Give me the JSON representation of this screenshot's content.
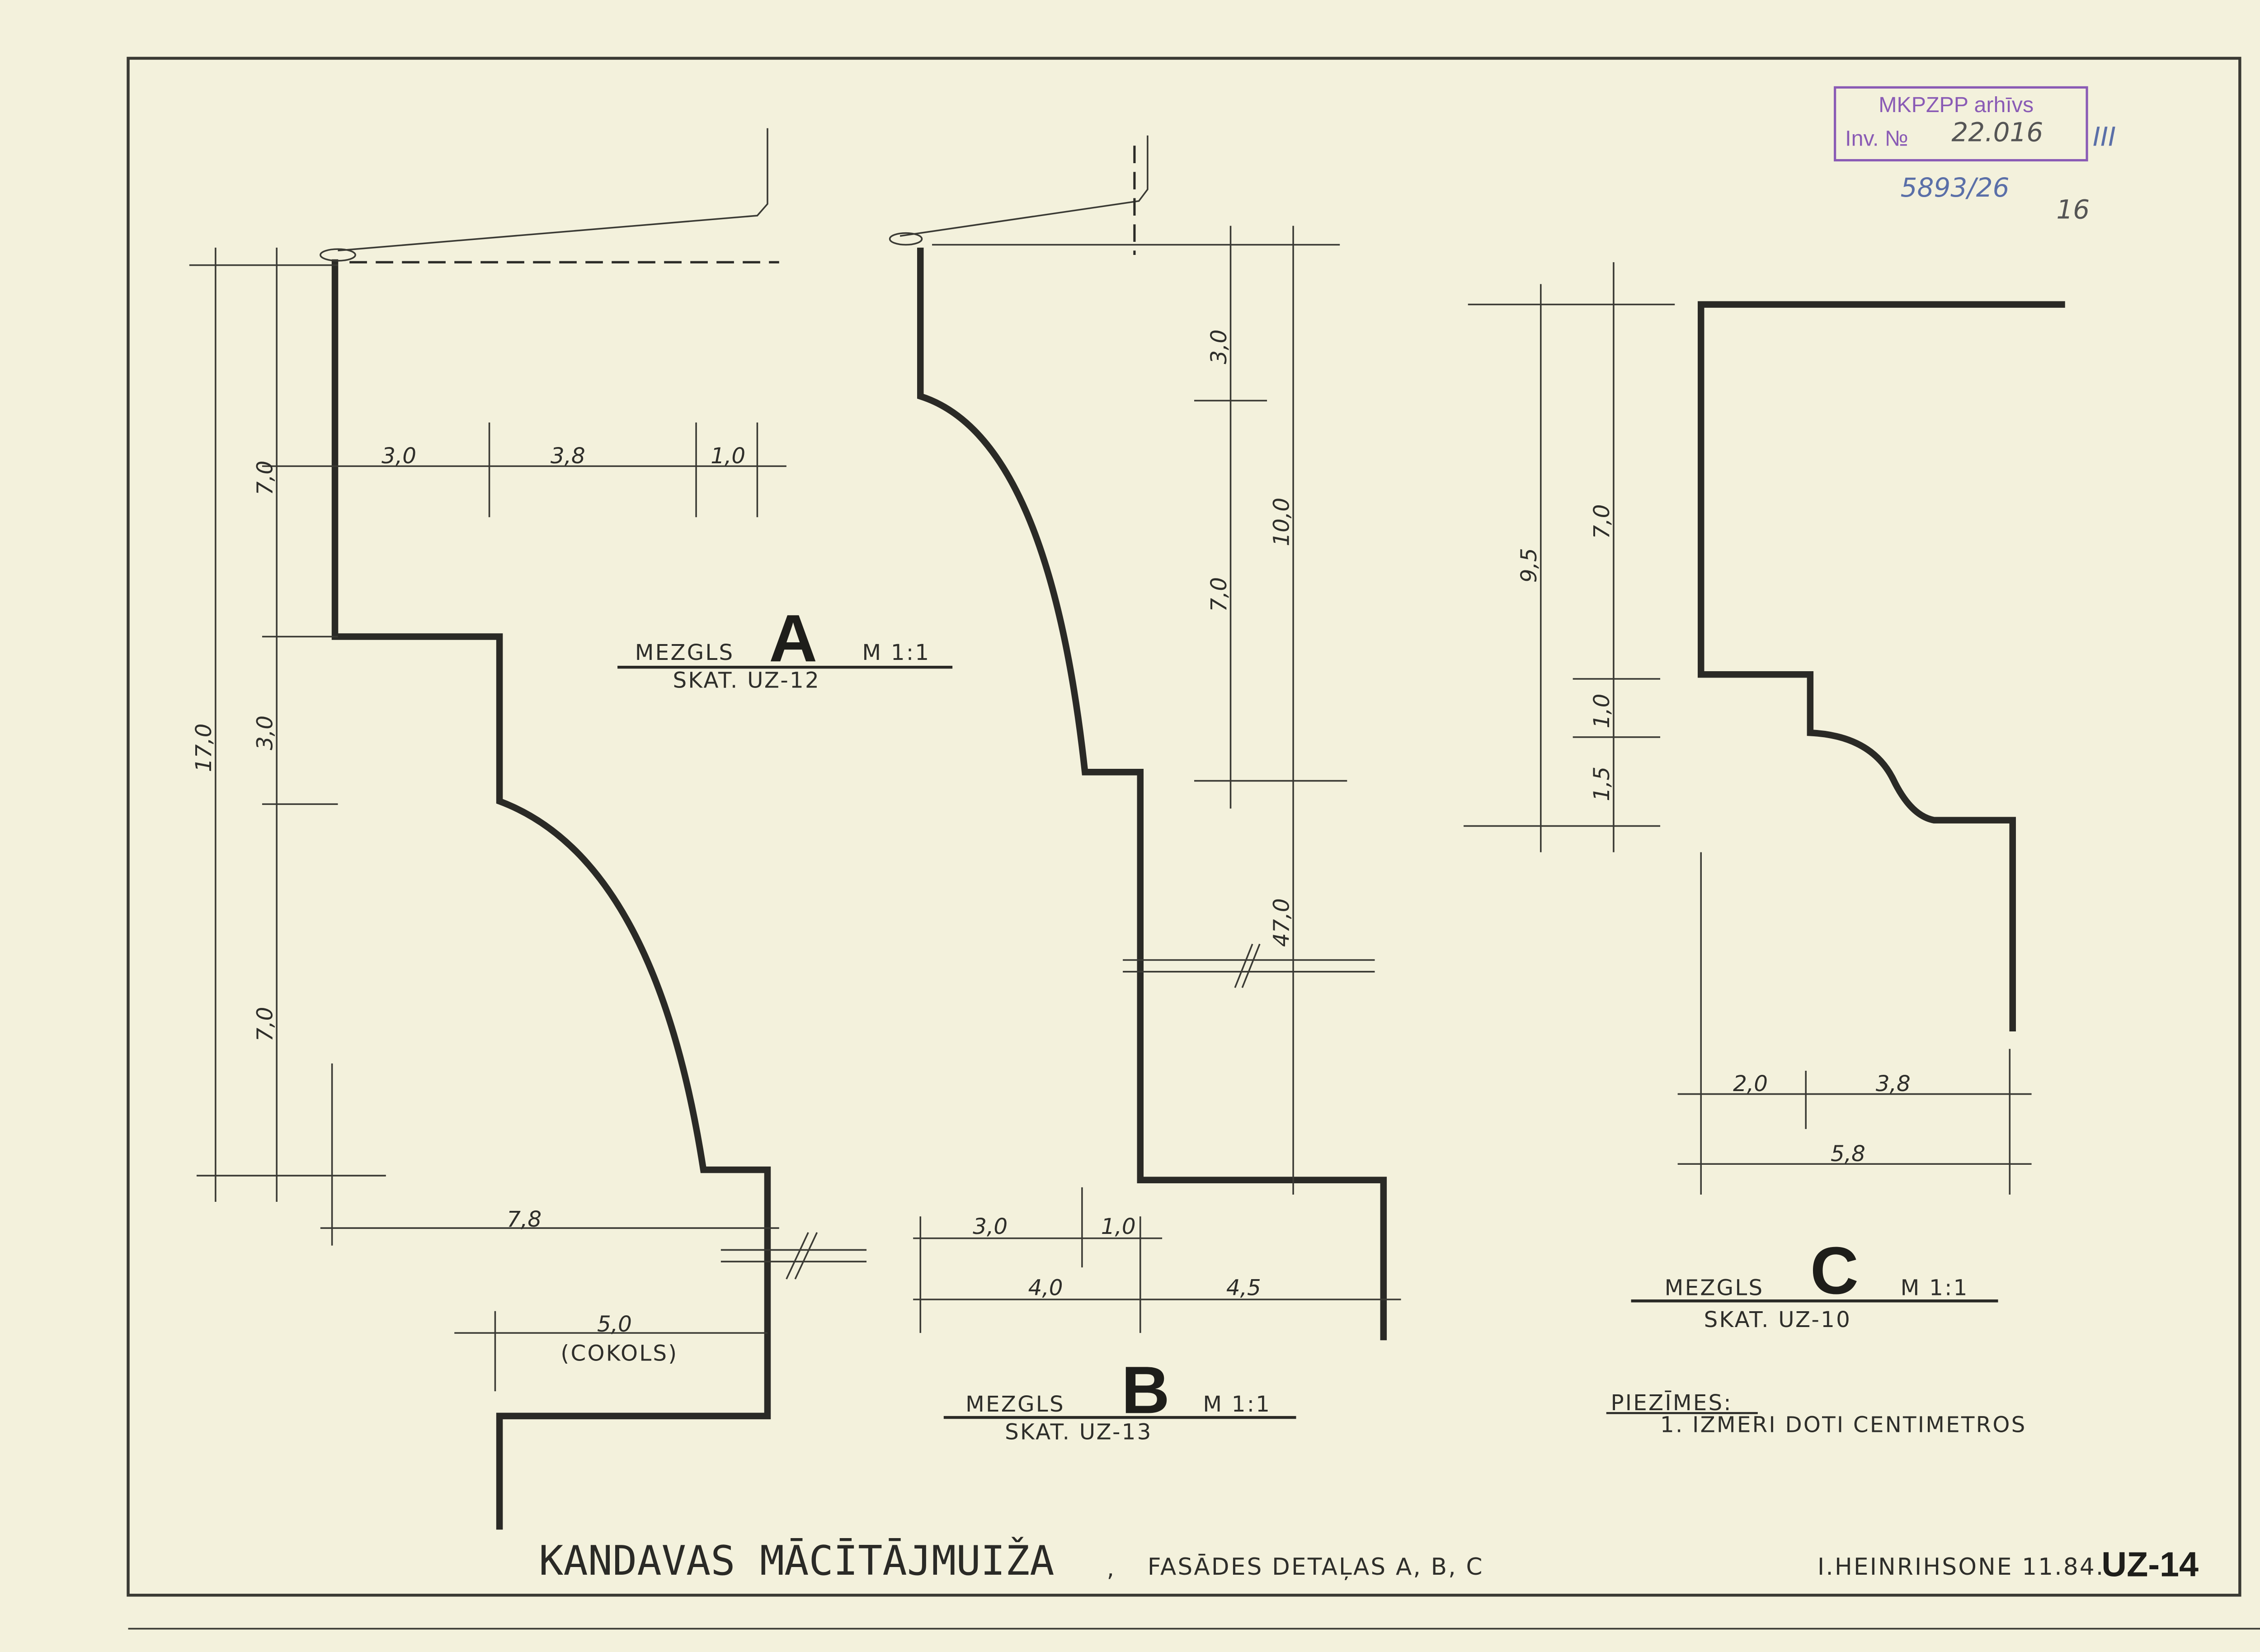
{
  "stamp": {
    "line1": "MKPZPP arhīvs",
    "inv_label": "Inv. №",
    "inv_number": "22.016",
    "side_mark": "III"
  },
  "archive_ref": "5893/26",
  "sheet_mark": "16",
  "detail_a": {
    "prefix": "MEZGLS",
    "letter": "A",
    "scale": "M 1:1",
    "ref": "SKAT. UZ-12",
    "dims": {
      "w1": "3,0",
      "w2": "3,8",
      "w3": "1,0",
      "h_top": "7,0",
      "h_mid": "3,0",
      "h_bot": "7,0",
      "h_total": "17,0",
      "base": "7,8",
      "plinth": "5,0",
      "plinth_note": "(COKOLS)"
    }
  },
  "detail_b": {
    "prefix": "MEZGLS",
    "letter": "B",
    "scale": "M 1:1",
    "ref": "SKAT. UZ-13",
    "dims": {
      "h1": "3,0",
      "h2": "7,0",
      "h3": "10,0",
      "h4": "47,0",
      "w1": "3,0",
      "w2": "1,0",
      "w3": "4,0",
      "w4": "4,5"
    }
  },
  "detail_c": {
    "prefix": "MEZGLS",
    "letter": "C",
    "scale": "M 1:1",
    "ref": "SKAT. UZ-10",
    "dims": {
      "h_total": "9,5",
      "h1": "7,0",
      "h2": "1,0",
      "h3": "1,5",
      "w1": "2,0",
      "w2": "3,8",
      "w_total": "5,8"
    }
  },
  "notes": {
    "heading": "PIEZĪMES:",
    "items": [
      "1. IZMĒRI DOTI CENTIMETROS"
    ]
  },
  "title_block": {
    "project": "KANDAVAS MĀCĪTĀJMUIŽA",
    "separator": ",",
    "subtitle": "FASĀDES DETAĻAS A, B, C",
    "author": "I.HEINRIHSONE 11.84.",
    "sheet": "UZ-14"
  }
}
